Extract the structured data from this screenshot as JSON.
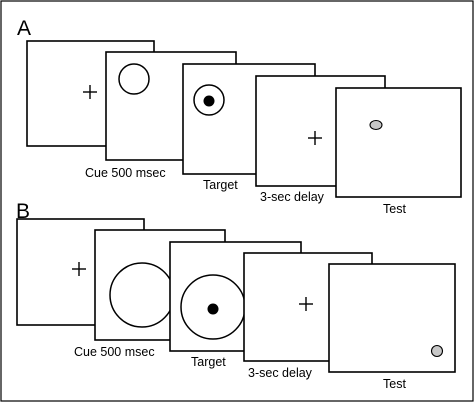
{
  "figure": {
    "panel_a": {
      "letter": "A",
      "labels": {
        "cue": "Cue 500 msec",
        "target": "Target",
        "delay": "3-sec delay",
        "test": "Test"
      }
    },
    "panel_b": {
      "letter": "B",
      "labels": {
        "cue": "Cue 500 msec",
        "target": "Target",
        "delay": "3-sec delay",
        "test": "Test"
      }
    },
    "colors": {
      "stroke": "#000000",
      "background": "#ffffff",
      "test_dot_fill": "#c8c8c8"
    }
  }
}
